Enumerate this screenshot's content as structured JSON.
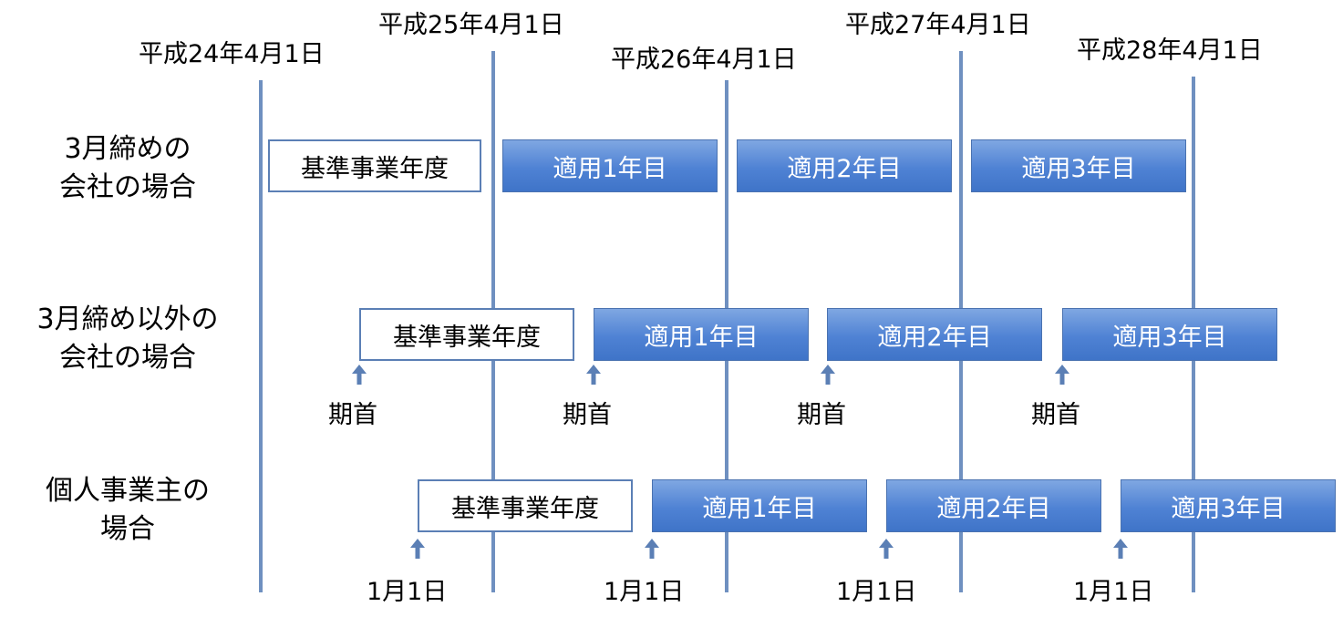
{
  "dates": [
    "平成24年4月1日",
    "平成25年4月1日",
    "平成26年4月1日",
    "平成27年4月1日",
    "平成28年4月1日"
  ],
  "rows": [
    {
      "label_line1": "3月締めの",
      "label_line2": "会社の場合",
      "periods": [
        "基準事業年度",
        "適用1年目",
        "適用2年目",
        "適用3年目"
      ]
    },
    {
      "label_line1": "3月締め以外の",
      "label_line2": "会社の場合",
      "periods": [
        "基準事業年度",
        "適用1年目",
        "適用2年目",
        "適用3年目"
      ],
      "marker": "期首"
    },
    {
      "label_line1": "個人事業主の",
      "label_line2": "場合",
      "periods": [
        "基準事業年度",
        "適用1年目",
        "適用2年目",
        "適用3年目"
      ],
      "marker": "1月1日"
    }
  ],
  "colors": {
    "timeline": "#6f90c0",
    "box_blue": "#4f82d4",
    "box_border": "#5b7fb5",
    "arrow": "#5b7fb5"
  },
  "icons": {
    "arrow": "up-arrow-icon"
  }
}
